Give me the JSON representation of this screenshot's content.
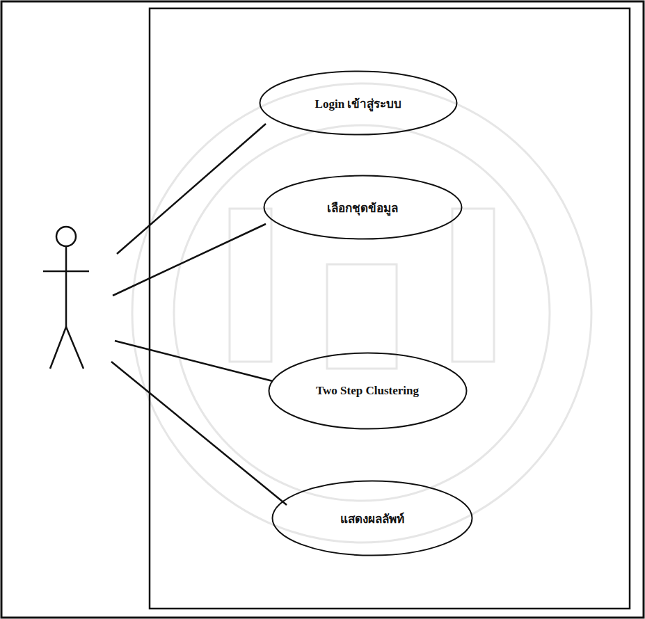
{
  "diagram": {
    "nodes": [
      {
        "text": [
          "Login เข้าสู่ระบบ"
        ]
      },
      {
        "text": [
          "เลือกชุดข้อมูล"
        ]
      },
      {
        "text": [
          "Two Step Clustering"
        ]
      },
      {
        "text": [
          "แสดงผลลัพท์"
        ]
      }
    ]
  }
}
